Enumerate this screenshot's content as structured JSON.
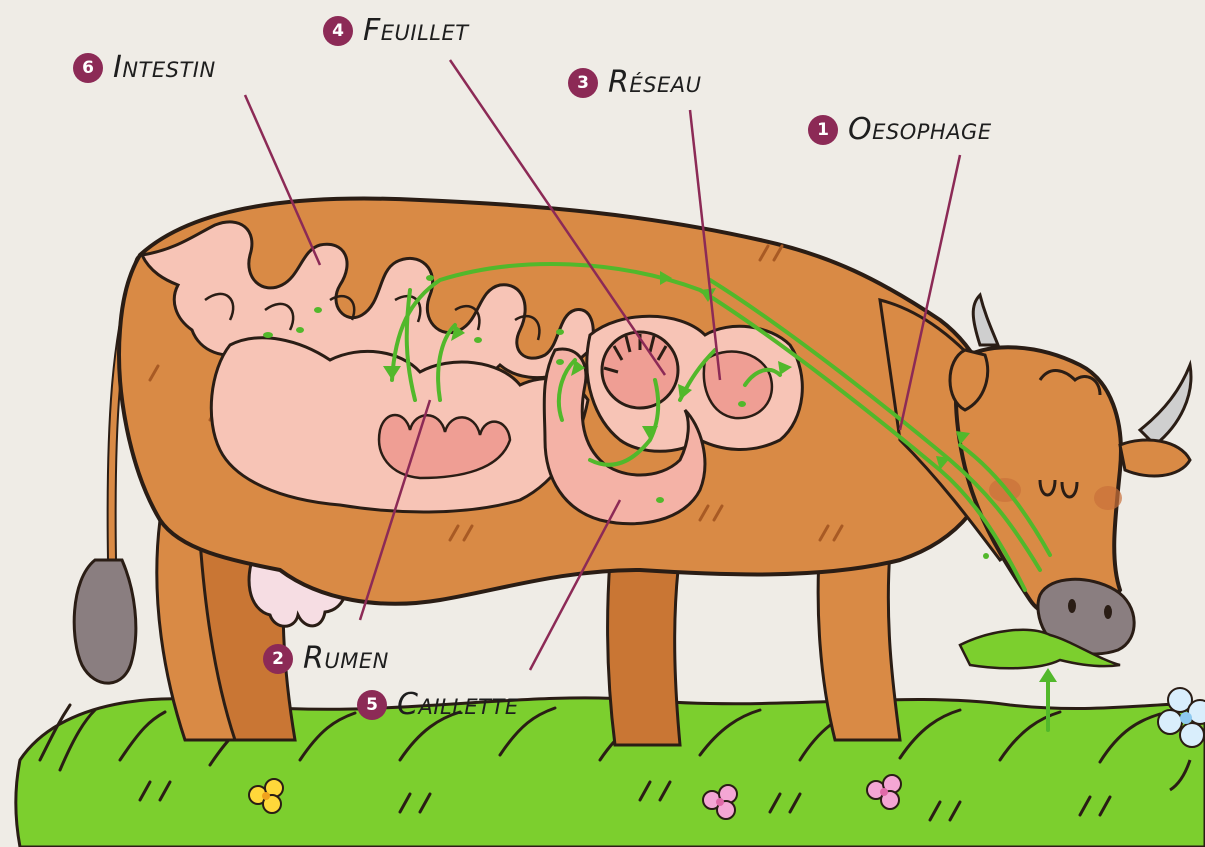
{
  "colors": {
    "background": "#efece6",
    "cow_body": "#d98a45",
    "cow_dark": "#b8652a",
    "organ": "#f7c4b6",
    "organ_inner": "#ef9e94",
    "flow_arrows": "#52b82b",
    "grass": "#7ccf2e",
    "udder": "#f6dde3",
    "badge": "#8c2a56",
    "outline": "#2a1d15"
  },
  "labels": [
    {
      "number": "1",
      "text": "Oesophage"
    },
    {
      "number": "2",
      "text": "Rumen"
    },
    {
      "number": "3",
      "text": "Réseau"
    },
    {
      "number": "4",
      "text": "Feuillet"
    },
    {
      "number": "5",
      "text": "Caillette"
    },
    {
      "number": "6",
      "text": "Intestin"
    }
  ]
}
